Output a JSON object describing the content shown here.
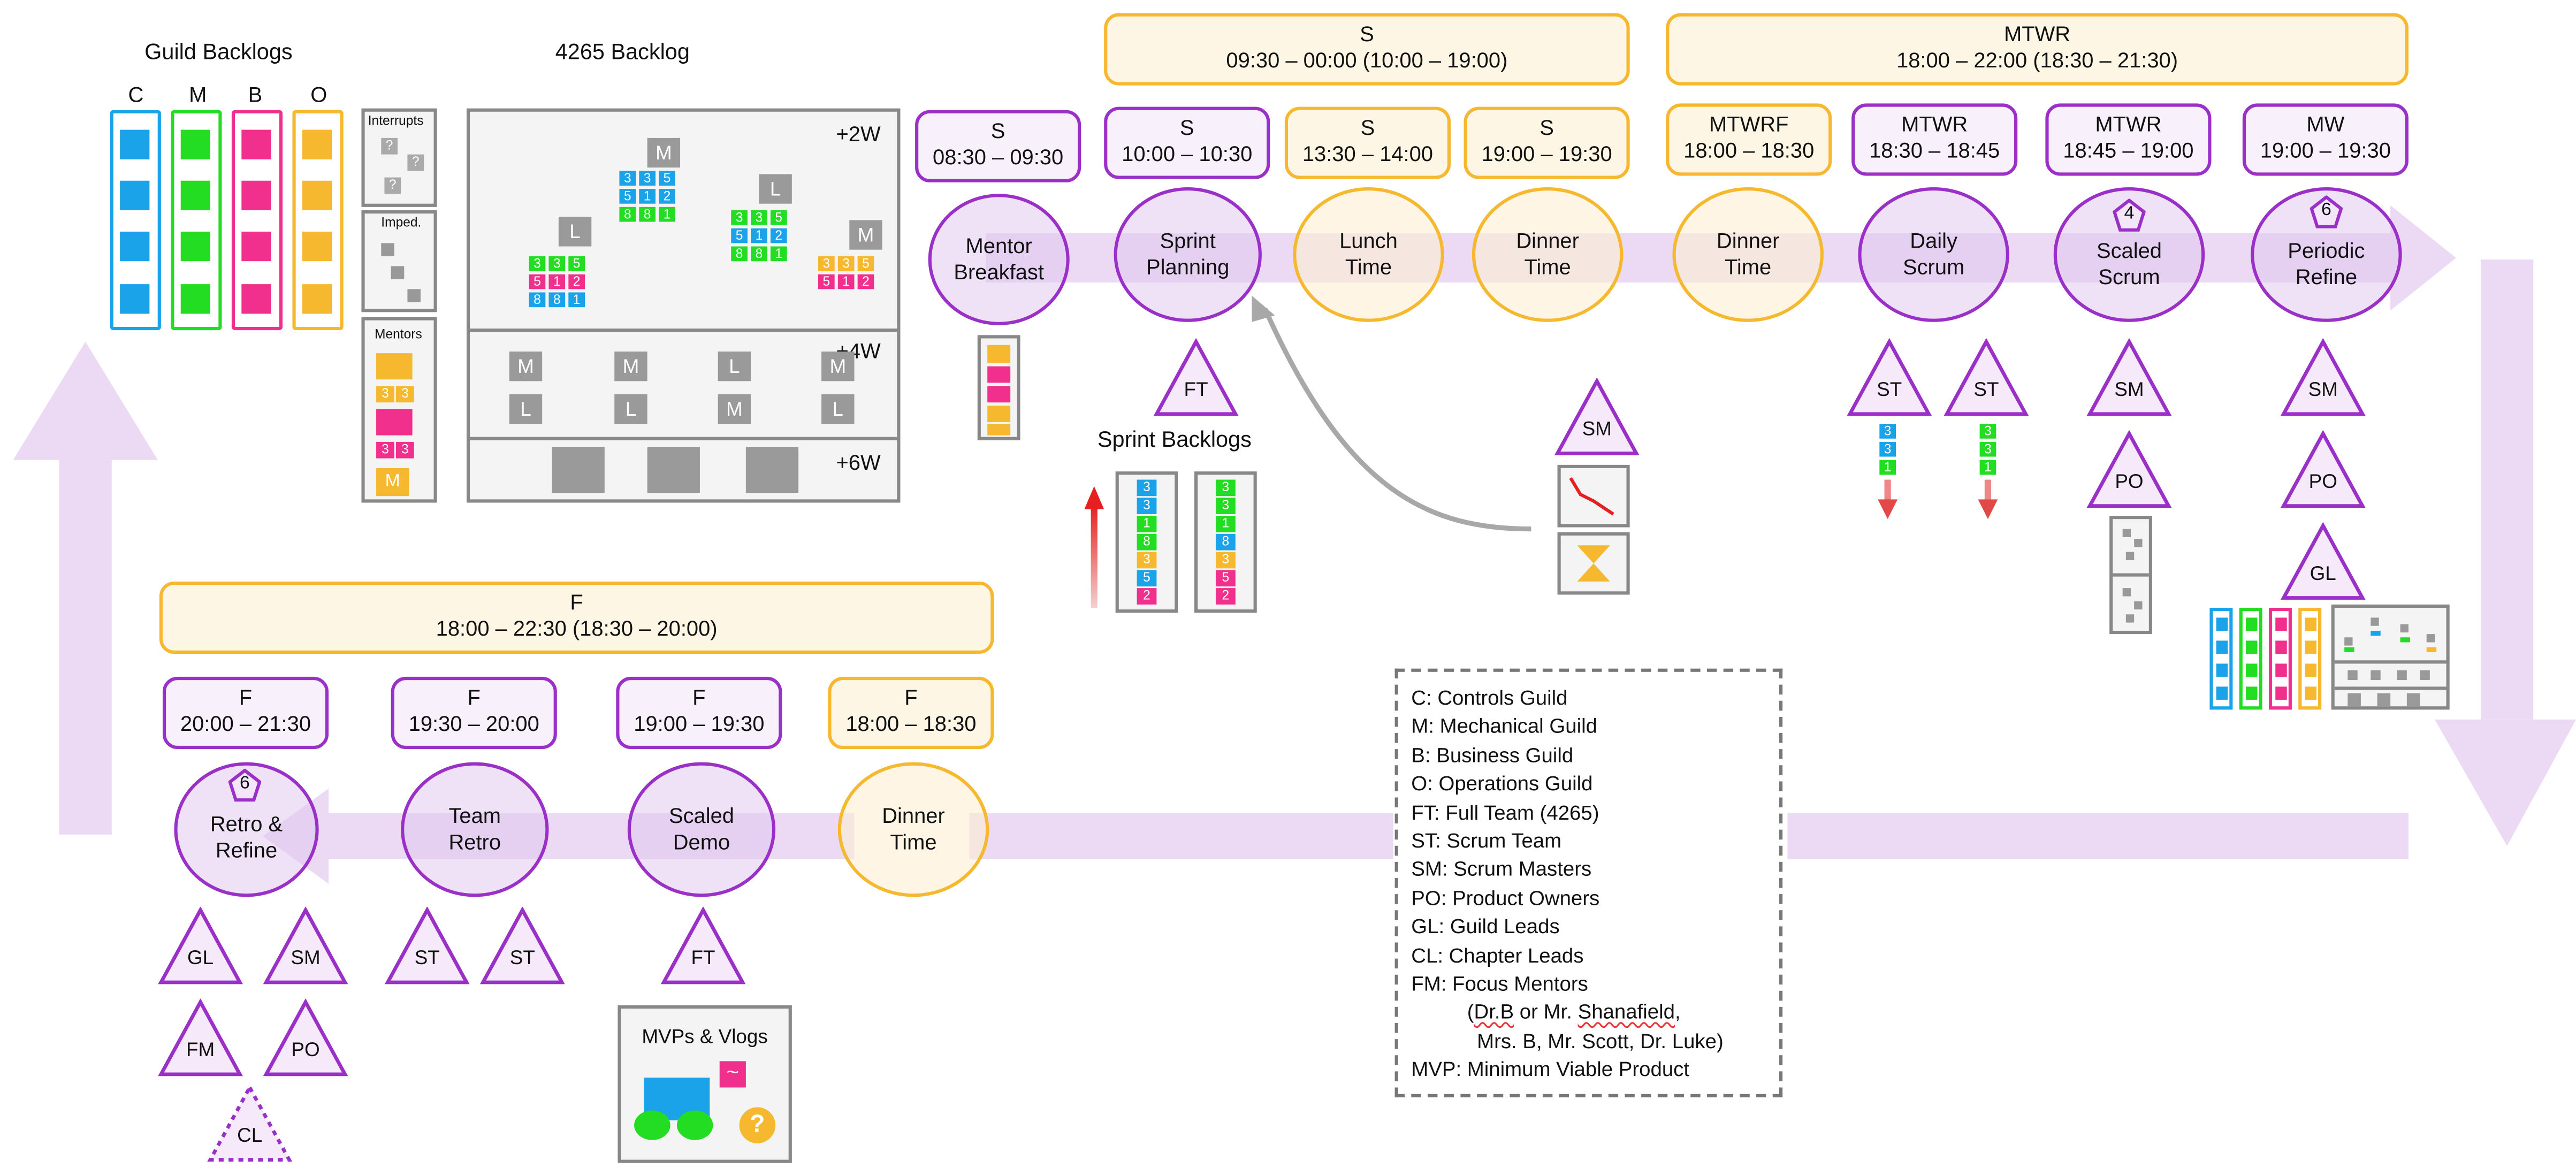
{
  "titles": {
    "guild_backlogs": "Guild Backlogs",
    "team_backlog": "4265 Backlog",
    "sprint_backlogs": "Sprint Backlogs"
  },
  "guild_columns": [
    {
      "letter": "C",
      "color": "#1aa3e8"
    },
    {
      "letter": "M",
      "color": "#22dd22"
    },
    {
      "letter": "B",
      "color": "#f0308c"
    },
    {
      "letter": "O",
      "color": "#f5b82e"
    }
  ],
  "side_panels": {
    "interrupts": "Interrupts",
    "impediments": "Imped.",
    "mentors": "Mentors",
    "question_mark": "?",
    "mentor_m": "M",
    "mentor_nums_a": [
      "3",
      "3"
    ],
    "mentor_nums_b": [
      "3",
      "3"
    ]
  },
  "backlog": {
    "horizons": [
      "+2W",
      "+4W",
      "+6W"
    ],
    "size_labels": {
      "medium": "M",
      "large": "L"
    },
    "row4w": [
      "M",
      "M",
      "L",
      "M",
      "L",
      "L",
      "M",
      "L"
    ],
    "stack1": [
      "3",
      "3",
      "5",
      "5",
      "1",
      "2",
      "8",
      "8",
      "1"
    ],
    "stack2": [
      "3",
      "3",
      "5",
      "5",
      "1",
      "2",
      "8",
      "8",
      "1"
    ],
    "stack3": [
      "3",
      "3",
      "5",
      "5",
      "1",
      "2",
      "8",
      "8",
      "1"
    ],
    "stack4": [
      "3",
      "3",
      "5",
      "5",
      "1",
      "2"
    ]
  },
  "top_groups": [
    {
      "day": "S",
      "time": "09:30 – 00:00 (10:00 – 19:00)"
    },
    {
      "day": "MTWR",
      "time": "18:00 – 22:00 (18:30 – 21:30)"
    }
  ],
  "bottom_group": {
    "day": "F",
    "time": "18:00 – 22:30 (18:30 – 20:00)"
  },
  "top_events": [
    {
      "day": "S",
      "time": "08:30 – 09:30",
      "name": [
        "Mentor",
        "Breakfast"
      ],
      "kind": "mentor"
    },
    {
      "day": "S",
      "time": "10:00 – 10:30",
      "name": [
        "Sprint",
        "Planning"
      ],
      "kind": "scrum"
    },
    {
      "day": "S",
      "time": "13:30 – 14:00",
      "name": [
        "Lunch",
        "Time"
      ],
      "kind": "break"
    },
    {
      "day": "S",
      "time": "19:00 – 19:30",
      "name": [
        "Dinner",
        "Time"
      ],
      "kind": "break"
    },
    {
      "day": "MTWRF",
      "time": "18:00 – 18:30",
      "name": [
        "Dinner",
        "Time"
      ],
      "kind": "break"
    },
    {
      "day": "MTWR",
      "time": "18:30 – 18:45",
      "name": [
        "Daily",
        "Scrum"
      ],
      "kind": "scrum"
    },
    {
      "day": "MTWR",
      "time": "18:45 – 19:00",
      "name": [
        "Scaled",
        "Scrum"
      ],
      "kind": "scrum",
      "badge": "4"
    },
    {
      "day": "MW",
      "time": "19:00 – 19:30",
      "name": [
        "Periodic",
        "Refine"
      ],
      "kind": "scrum",
      "badge": "6"
    }
  ],
  "bottom_events": [
    {
      "day": "F",
      "time": "20:00 – 21:30",
      "name": [
        "Retro &",
        "Refine"
      ],
      "kind": "scrum",
      "badge": "6"
    },
    {
      "day": "F",
      "time": "19:30 – 20:00",
      "name": [
        "Team",
        "Retro"
      ],
      "kind": "scrum"
    },
    {
      "day": "F",
      "time": "19:00 – 19:30",
      "name": [
        "Scaled",
        "Demo"
      ],
      "kind": "scrum"
    },
    {
      "day": "F",
      "time": "18:00 – 18:30",
      "name": [
        "Dinner",
        "Time"
      ],
      "kind": "break"
    }
  ],
  "roles": {
    "ft": "FT",
    "st": "ST",
    "sm": "SM",
    "po": "PO",
    "gl": "GL",
    "fm": "FM",
    "cl": "CL"
  },
  "sprint_col_a": [
    "3",
    "3",
    "1",
    "8",
    "3",
    "5",
    "2"
  ],
  "sprint_col_b": [
    "3",
    "3",
    "1",
    "8",
    "3",
    "5",
    "2"
  ],
  "scrum_nums_a": [
    "3",
    "3",
    "1"
  ],
  "scrum_nums_b": [
    "3",
    "3",
    "1"
  ],
  "mvp": {
    "title": "MVPs & Vlogs",
    "tilde": "~",
    "question": "?"
  },
  "legend": [
    "C: Controls Guild",
    "M: Mechanical Guild",
    "B: Business Guild",
    "O: Operations Guild",
    "FT: Full Team (4265)",
    "ST: Scrum Team",
    "SM: Scrum Masters",
    "PO: Product Owners",
    "GL: Guild Leads",
    "CL: Chapter Leads",
    "FM: Focus Mentors"
  ],
  "legend_fm_detail": {
    "pre": "(",
    "dr_b": "Dr.B",
    "mid": " or Mr. ",
    "shanafield": "Shanafield",
    "end": ",",
    "line2": "Mrs. B, Mr. Scott, Dr. Luke)"
  },
  "legend_mvp": "MVP: Minimum Viable Product",
  "colors": {
    "purple": "#9b30c8",
    "yellow": "#f5b82e",
    "flow": "#e8d2f2",
    "blue": "#1aa3e8",
    "green": "#22dd22",
    "pink": "#f0308c",
    "orange": "#f5b82e",
    "gray": "#9a9a9a"
  }
}
